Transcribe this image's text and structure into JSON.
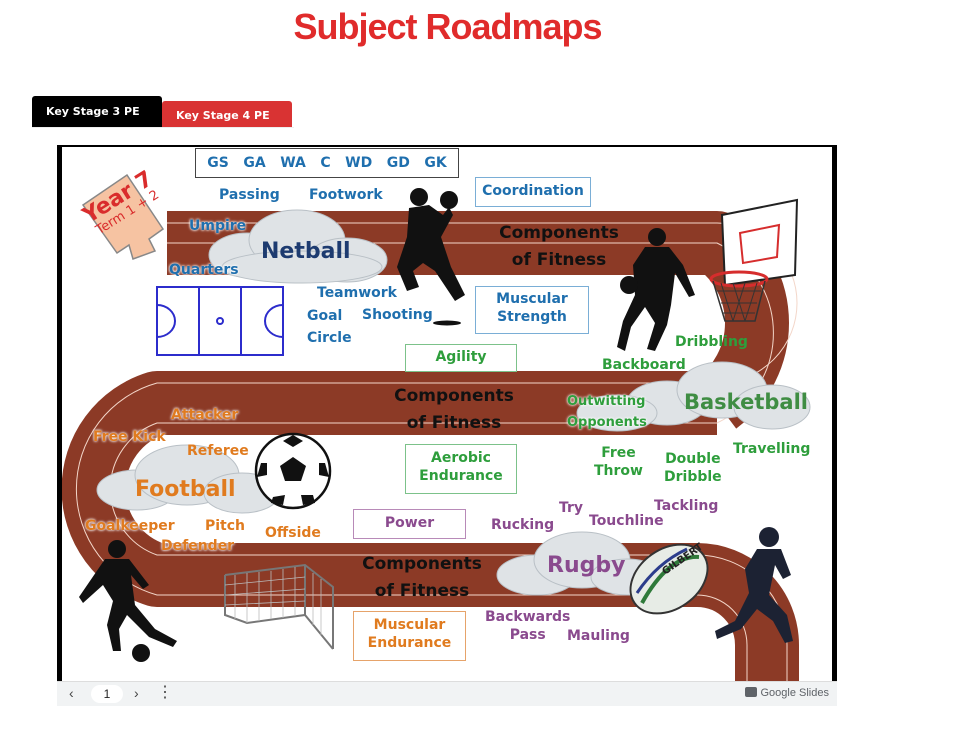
{
  "page": {
    "title": "Subject Roadmaps",
    "tabs": [
      {
        "label": "Key Stage 3 PE",
        "active": true
      },
      {
        "label": "Key Stage 4 PE",
        "active": false
      }
    ]
  },
  "slide": {
    "year_badge": {
      "main": "Year 7",
      "sub": "Term 1 + 2"
    },
    "netball": {
      "title": "Netball",
      "positions": [
        "GS",
        "GA",
        "WA",
        "C",
        "WD",
        "GD",
        "GK"
      ],
      "words": {
        "passing": "Passing",
        "footwork": "Footwork",
        "umpire": "Umpire",
        "quarters": "Quarters",
        "teamwork": "Teamwork",
        "shooting": "Shooting",
        "goal_circle_1": "Goal",
        "goal_circle_2": "Circle"
      }
    },
    "fitness_1": {
      "heading_1": "Components",
      "heading_2": "of Fitness",
      "coordination": "Coordination",
      "muscular_strength_1": "Muscular",
      "muscular_strength_2": "Strength",
      "agility": "Agility"
    },
    "basketball": {
      "title": "Basketball",
      "words": {
        "dribbling": "Dribbling",
        "backboard": "Backboard",
        "outwitting_1": "Outwitting",
        "outwitting_2": "Opponents",
        "travelling": "Travelling",
        "free_throw_1": "Free",
        "free_throw_2": "Throw",
        "double_dribble_1": "Double",
        "double_dribble_2": "Dribble"
      }
    },
    "fitness_2": {
      "heading_1": "Components",
      "heading_2": "of Fitness",
      "aerobic_1": "Aerobic",
      "aerobic_2": "Endurance"
    },
    "football": {
      "title": "Football",
      "words": {
        "attacker": "Attacker",
        "free_kick": "Free Kick",
        "referee": "Referee",
        "goalkeeper": "Goalkeeper",
        "pitch": "Pitch",
        "defender": "Defender",
        "offside": "Offside"
      }
    },
    "fitness_3": {
      "heading_1": "Components",
      "heading_2": "of Fitness",
      "power": "Power",
      "muscular_endurance_1": "Muscular",
      "muscular_endurance_2": "Endurance"
    },
    "rugby": {
      "title": "Rugby",
      "ball_text": "GILBERT",
      "words": {
        "rucking": "Rucking",
        "try": "Try",
        "touchline": "Touchline",
        "tackling": "Tackling",
        "backwards_pass_1": "Backwards",
        "backwards_pass_2": "Pass",
        "mauling": "Mauling"
      }
    }
  },
  "toolbar": {
    "prev_icon": "chevron-left-icon",
    "page_number": "1",
    "next_icon": "chevron-right-icon",
    "more_icon": "more-vert-icon",
    "brand_label": "Google Slides"
  },
  "colors": {
    "title_red": "#e02b2b",
    "tab_black": "#000000",
    "tab_red": "#d93333",
    "track_brown": "#8c3a26",
    "netball_blue": "#1f6fae",
    "basketball_green": "#2e9e3c",
    "football_orange": "#e07b1f",
    "rugby_purple": "#8a4a8e"
  }
}
